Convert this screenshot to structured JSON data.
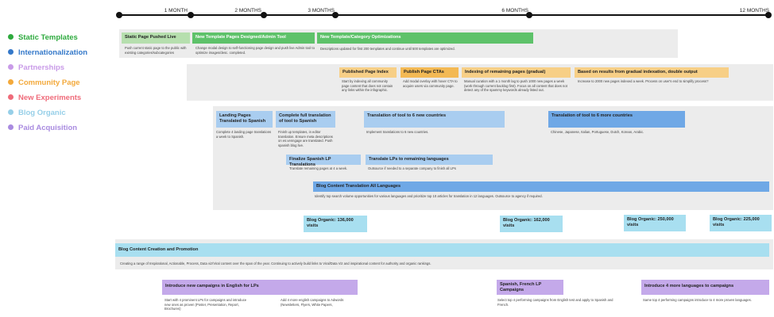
{
  "timeline": {
    "labels": [
      "1 MONTH",
      "2 MONTHS",
      "3 MONTHS",
      "6 MONTHS",
      "12 MONTHS"
    ]
  },
  "legend": [
    {
      "label": "Static Templates",
      "color": "#2eaa3e"
    },
    {
      "label": "Internationalization",
      "color": "#3478c9"
    },
    {
      "label": "Partnerships",
      "color": "#c99be8"
    },
    {
      "label": "Community Page",
      "color": "#f3a93b"
    },
    {
      "label": "New Experiments",
      "color": "#ef6b7a"
    },
    {
      "label": "Blog Organic",
      "color": "#96cfe8"
    },
    {
      "label": "Paid Acquisition",
      "color": "#a98be0"
    }
  ],
  "static": {
    "pushed_title": "Static Page Pushed Live",
    "pushed_desc": "Push current static page to the public with existing categories/subcategories",
    "designed_title": "New Template Pages Designed/Admin Tool",
    "designed_desc": "Change modal design to self-functioning page design and push live Admin tool to optimize images/desc. completed.",
    "optim_title": "New Template/Category Optimizations",
    "optim_desc": "Descriptions updated for first 200 templates and continue until 500 templates are optimized."
  },
  "community": {
    "index_title": "Published Page Index",
    "index_desc": "Start by indexing all community page content that does not contain any links within the infographic.",
    "cta_title": "Publish Page CTAs",
    "cta_desc": "Add modal overlay with hover CTA to acquire users via community page.",
    "remaining_title": "Indexing of remaining pages (gradual)",
    "remaining_desc": "Manual curation with a 1 month lag to push 1000 new pages a week (work through current backlog first). Focus on all content that does not detect any of the spammy keywords already listed out.",
    "results_title": "Based on results from gradual indexation, double output",
    "results_desc": "Increase to 2000 new pages indexed a week. Process on user's end to simplify process?"
  },
  "intl": {
    "landing_title": "Landing Pages Translated to Spanish",
    "landing_desc": "Complete 4 landing page translations a week to Spanish.",
    "full_title": "Complete full translation of tool to Spanish",
    "full_desc": "Finish up templates, in editor translation. Ensure meta descriptions on es.venngage are translated. Push spanish blog live.",
    "six_title": "Translation of tool to 6 new countries",
    "six_desc": "Implement translations to 6 new countries.",
    "more_title": "Translation of tool to 6 more countries",
    "more_desc": "Chinese, Japanese, Italian, Portuguese, Dutch, Korean, Arabic.",
    "finalize_title": "Finalize Spanish LP Translations",
    "finalize_desc": "Translate remaining pages at 4 a week.",
    "lps_title": "Translate LPs to remaining languages",
    "lps_desc": "Outsource if needed to a separate company to finish all LPs",
    "blog_title": "Blog Content Translation All Languages",
    "blog_desc": "Identify top search volume opportunities for various languages and prioritize top 10 articles for translation in 12 languages. Outsource to agency if required."
  },
  "organic": {
    "m1": "Blog Organic: 136,000 visits",
    "m2": "Blog Organic: 162,000 visits",
    "m3": "Blog Organic: 250,000 visits",
    "m4": "Blog Organic: 225,000 visits",
    "content_title": "Blog Content Creation and Promotion",
    "content_desc": "Creating a range of Inspirational, Actionable, Process, Data viz/Viral content over the span of the year.  Continuing to actively build links to Viral/Data Viz and inspirational content for authority and organic rankings."
  },
  "paid": {
    "english_title": "Introduce new campaigns in English for LPs",
    "english_desc1": "Start with 4 prominent LPs for campaigns and introduce new ones as proven (Poster, Presentation, Report, Brochures)",
    "english_desc2": "Add 4 more english campaigns to Adwords (Newsletters, Flyers, White Papers,",
    "spanish_title": "Spanish, French LP Campaigns",
    "spanish_desc": "Select top 4 performing campaigns from English test and apply to Spanish and French.",
    "four_title": "Introduce 4 more languages to campaigns",
    "four_desc": "Same top 4 performing campaigns introduce to 4 more proven languages."
  }
}
